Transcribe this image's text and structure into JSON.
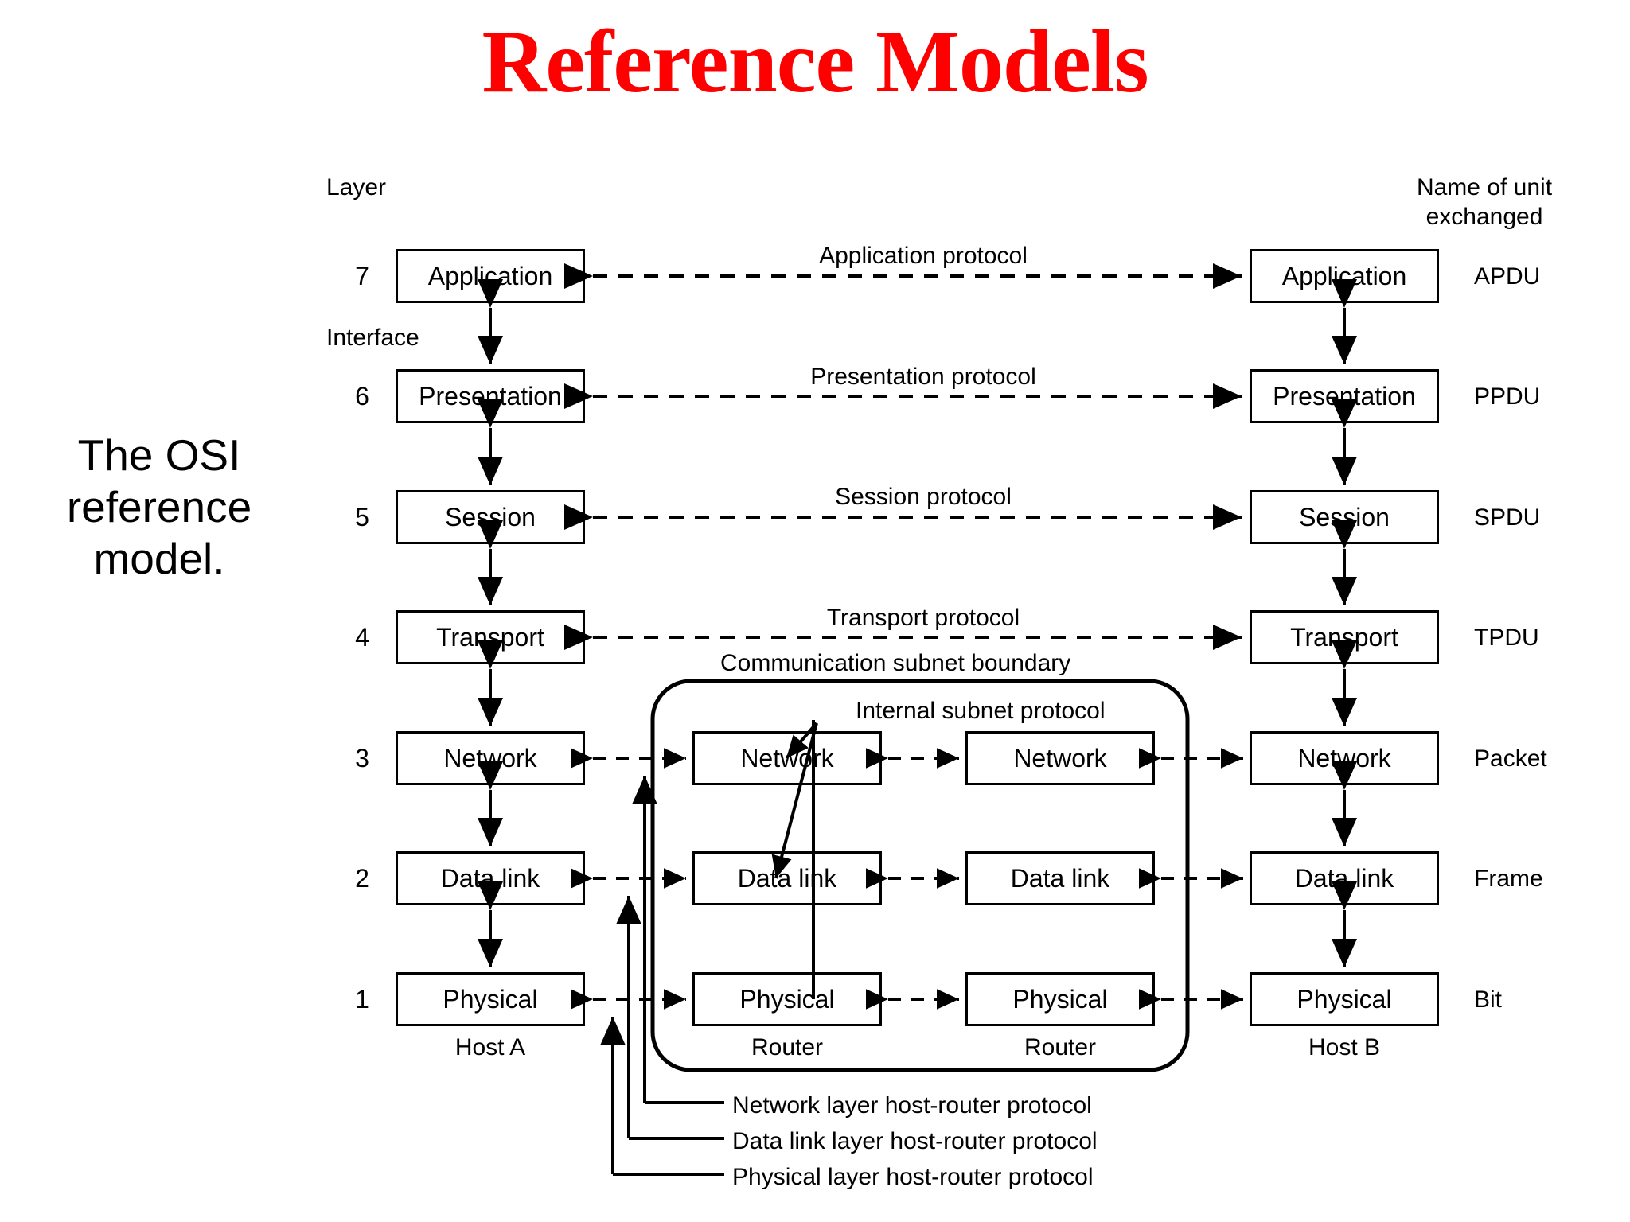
{
  "slide": {
    "title": "Reference Models",
    "caption": "The OSI reference model."
  },
  "headers": {
    "layer": "Layer",
    "unit_line1": "Name of unit",
    "unit_line2": "exchanged",
    "interface": "Interface",
    "subnet_boundary": "Communication subnet boundary",
    "internal_subnet_protocol": "Internal subnet protocol"
  },
  "columns": {
    "host_a": "Host A",
    "router_1": "Router",
    "router_2": "Router",
    "host_b": "Host B"
  },
  "layers": [
    {
      "num": "7",
      "name": "Application",
      "protocol": "Application protocol",
      "unit": "APDU"
    },
    {
      "num": "6",
      "name": "Presentation",
      "protocol": "Presentation protocol",
      "unit": "PPDU"
    },
    {
      "num": "5",
      "name": "Session",
      "protocol": "Session protocol",
      "unit": "SPDU"
    },
    {
      "num": "4",
      "name": "Transport",
      "protocol": "Transport protocol",
      "unit": "TPDU"
    },
    {
      "num": "3",
      "name": "Network",
      "protocol": "",
      "unit": "Packet"
    },
    {
      "num": "2",
      "name": "Data link",
      "protocol": "",
      "unit": "Frame"
    },
    {
      "num": "1",
      "name": "Physical",
      "protocol": "",
      "unit": "Bit"
    }
  ],
  "router_layers": [
    {
      "name": "Network"
    },
    {
      "name": "Data link"
    },
    {
      "name": "Physical"
    }
  ],
  "footnotes": [
    "Network layer host-router protocol",
    "Data link layer host-router protocol",
    "Physical layer host-router protocol"
  ],
  "colors": {
    "title": "#fe0000",
    "line": "#000000",
    "background": "#ffffff"
  }
}
